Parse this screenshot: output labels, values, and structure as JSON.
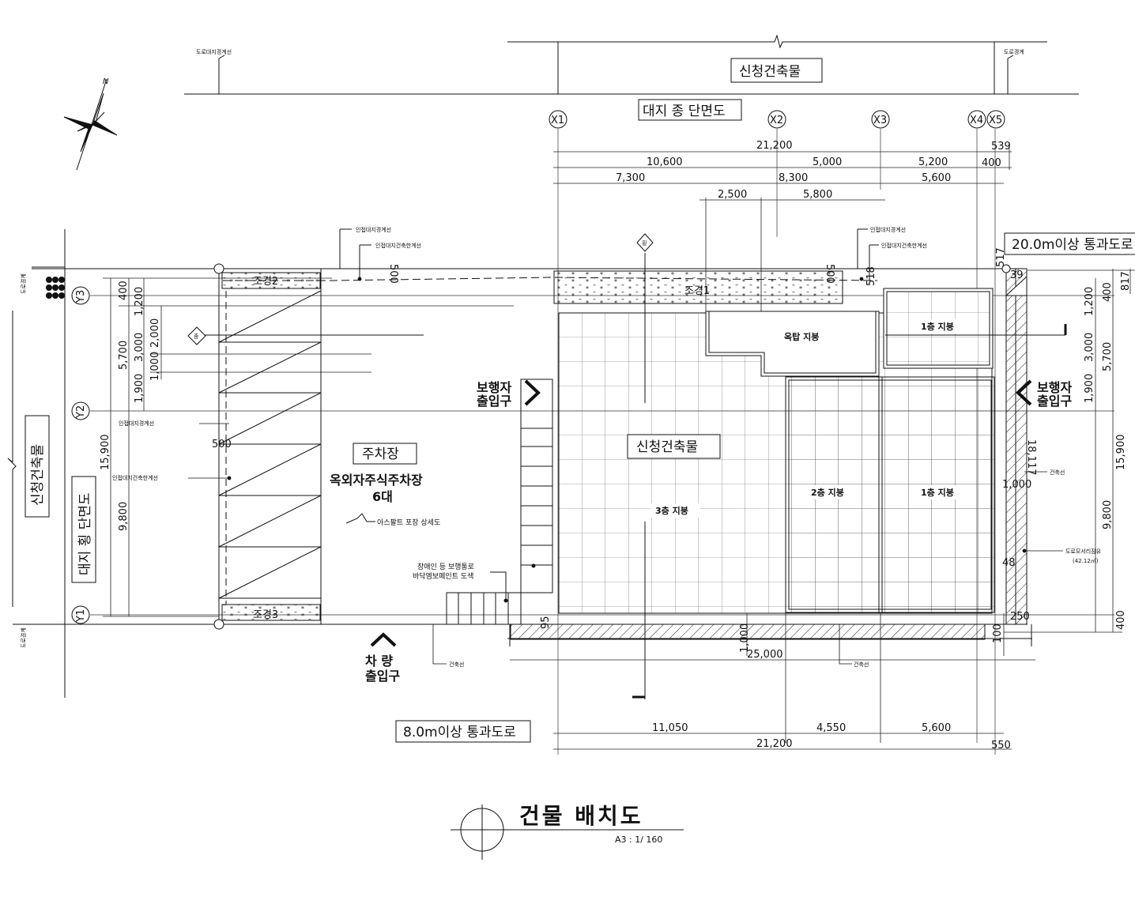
{
  "title": "건물 배치도",
  "scale": "A3 : 1/ 160",
  "labels": {
    "top_building": "신청건축물",
    "section_long": "대지 종 단면도",
    "section_cross": "대지 횡 단면도",
    "left_building": "신청건축물",
    "main_building": "신청건축물",
    "parking_title": "주차장",
    "parking_desc": "옥외자주식주차장",
    "parking_count": "6대",
    "asphalt": "아스팔트 포장 상세도",
    "ped_left_1": "보행자",
    "ped_left_2": "출입구",
    "ped_right_1": "보행자",
    "ped_right_2": "출입구",
    "vehicle_1": "차 량",
    "vehicle_2": "출입구",
    "road_20": "20.0m이상 통과도로",
    "road_8": "8.0m이상 통과도로",
    "disabled_1": "장애인 등 보행통로",
    "disabled_2": "바닥엠보페인트 도색",
    "roof_rooftop": "옥탑 지붕",
    "roof_1f_top": "1층 지붕",
    "roof_2f": "2층 지붕",
    "roof_1f_mid": "1층 지붕",
    "roof_3f": "3층 지붕",
    "landscape_top_left": "조경2",
    "landscape_top_mid": "조경1",
    "landscape_bottom": "조경3",
    "adj_boundary_1": "인접대지경계선",
    "adj_building_1": "인접대지건축한계선",
    "adj_boundary_2": "인접대지경계선",
    "adj_building_2": "인접대지건축한계선",
    "adj_boundary_3": "인접대지경계선",
    "adj_building_3": "인접대지건축한계선",
    "building_line_1": "건축선",
    "building_line_2": "건축선",
    "building_line_3": "건축선",
    "corner_cut_1": "도로모서리잠유",
    "corner_cut_2": "(42.12㎡)",
    "road_boundary_top_left": "도로대지경계선",
    "road_boundary_top_right": "도로경계",
    "road_boundary_left": "도로경계",
    "road_boundary_bottom_left": "도로경계",
    "jong_marker": "종",
    "hoeng_marker": "횡"
  },
  "grid": {
    "x": [
      "X1",
      "X2",
      "X3",
      "X4",
      "X5"
    ],
    "y": [
      "Y3",
      "Y2",
      "Y1"
    ]
  },
  "dimensions": {
    "top_total": "21,200",
    "top_539": "539",
    "top_10600": "10,600",
    "top_5000": "5,000",
    "top_5200": "5,200",
    "top_400": "400",
    "top_7300": "7,300",
    "top_8300": "8,300",
    "top_5600": "5,600",
    "top_2500": "2,500",
    "top_5800": "5,800",
    "bottom_11050": "11,050",
    "bottom_4550": "4,550",
    "bottom_5600": "5,600",
    "bottom_total": "21,200",
    "bottom_550": "550",
    "bottom_25000": "25,000",
    "bottom_1000": "1,000",
    "bottom_95": "95",
    "bottom_100": "100",
    "bottom_250": "250",
    "left_400": "400",
    "left_1200": "1,200",
    "left_5700": "5,700",
    "left_3000": "3,000",
    "left_2000": "2,000",
    "left_1000": "1,000",
    "left_1900": "1,900",
    "left_15900": "15,900",
    "left_9800": "9,800",
    "right_817": "817",
    "right_400": "400",
    "right_1200": "1,200",
    "right_3000": "3,000",
    "right_5700": "5,700",
    "right_1900": "1,900",
    "right_15900": "15,900",
    "right_9800": "9,800",
    "right_400b": "400",
    "right_517": "517",
    "right_39": "39",
    "right_18117": "18,117",
    "right_1000": "1,000",
    "right_48": "48",
    "mid_500_a": "500",
    "mid_500_b": "500",
    "mid_518": "518",
    "mid_500_c": "500"
  }
}
